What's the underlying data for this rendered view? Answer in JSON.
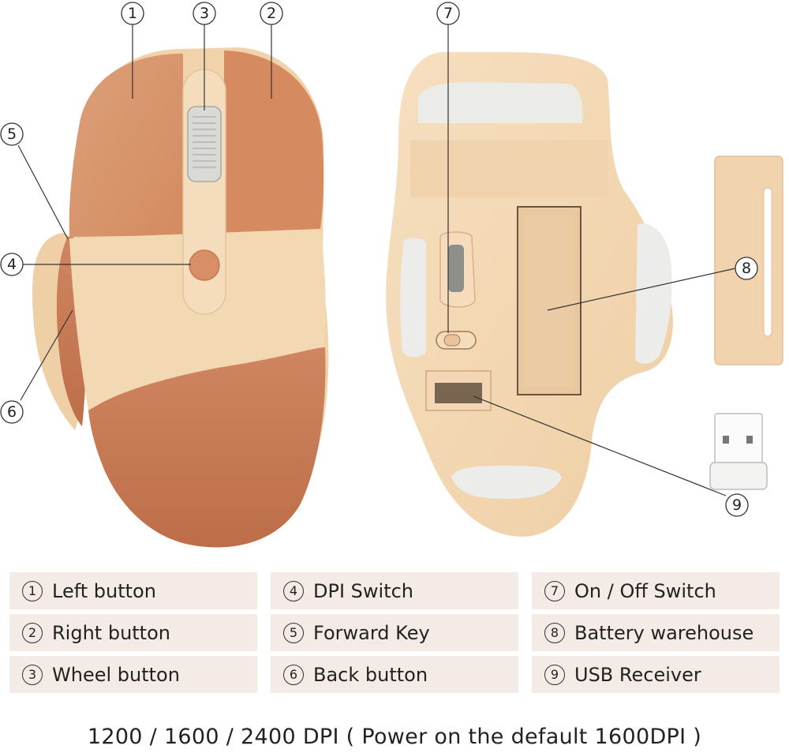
{
  "callouts": [
    {
      "num": "1",
      "label": "Left button"
    },
    {
      "num": "2",
      "label": "Right button"
    },
    {
      "num": "3",
      "label": "Wheel button"
    },
    {
      "num": "4",
      "label": "DPI Switch"
    },
    {
      "num": "5",
      "label": "Forward Key"
    },
    {
      "num": "6",
      "label": "Back button"
    },
    {
      "num": "7",
      "label": "On / Off Switch"
    },
    {
      "num": "8",
      "label": "Battery warehouse"
    },
    {
      "num": "9",
      "label": "USB Receiver"
    }
  ],
  "footer": "1200 / 1600 / 2400 DPI ( Power on the default 1600DPI )",
  "colors": {
    "shell": "#f3d7b4",
    "left_button": "#d9946c",
    "right_button": "#d78c62",
    "palm_cream": "#f2d5ae",
    "leather": "#c87a54",
    "pad": "#ececea",
    "legend_bg": "#f5ebe6"
  }
}
